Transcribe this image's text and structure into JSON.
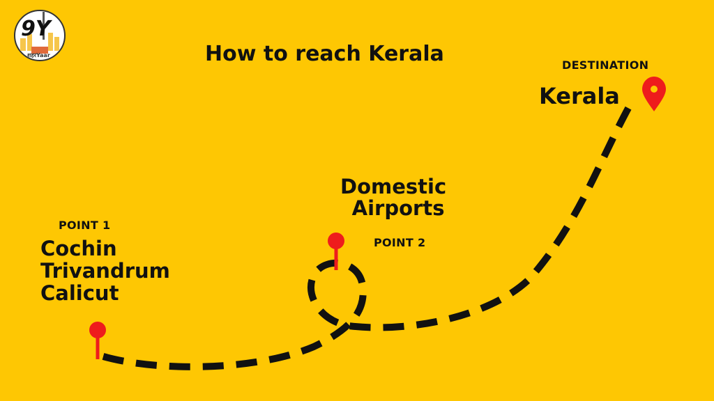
{
  "title": "How to reach Kerala",
  "destination": {
    "tag": "DESTINATION",
    "name": "Kerala"
  },
  "point2": {
    "name_lines": [
      "Domestic",
      "Airports"
    ],
    "tag": "POINT 2"
  },
  "point1": {
    "tag": "POINT 1",
    "cities": [
      "Cochin",
      "Trivandrum",
      "Calicut"
    ]
  },
  "logo": {
    "letters": "9Y",
    "subtext": "शहरYaar"
  },
  "colors": {
    "background": "#FEC703",
    "path": "#111111",
    "pin": "#EE1C1C"
  }
}
